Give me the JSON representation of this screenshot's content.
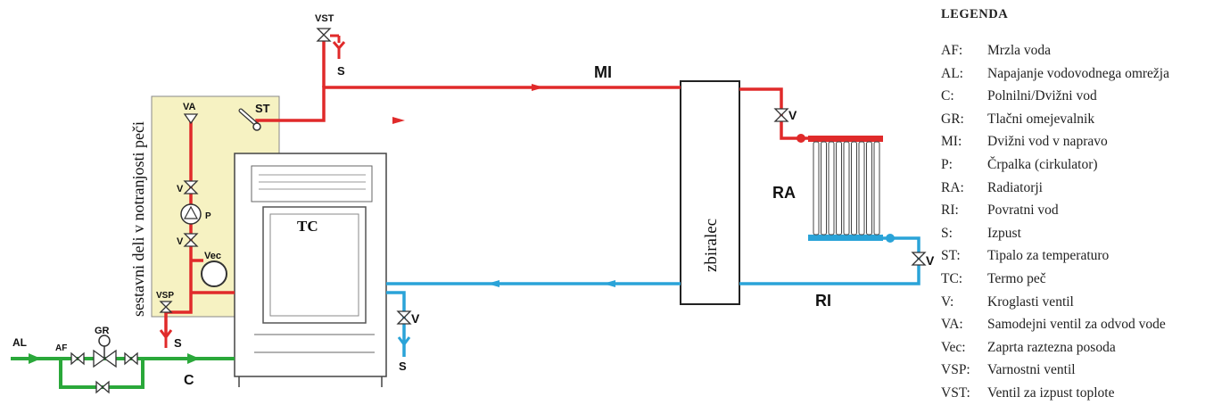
{
  "labels": {
    "vertical": "sestavni deli v notranjosti peči",
    "af": "AF",
    "al": "AL",
    "gr": "GR",
    "c": "C",
    "mi": "MI",
    "ri": "RI",
    "ra": "RA",
    "tc": "TC",
    "st": "ST",
    "va": "VA",
    "vec": "Vec",
    "vsp": "VSP",
    "vst": "VST",
    "p": "P",
    "v": "V",
    "s": "S",
    "zbiralec": "zbiralec"
  },
  "legend": {
    "title": "LEGENDA",
    "items": [
      {
        "code": "AF:",
        "desc": "Mrzla voda"
      },
      {
        "code": "AL:",
        "desc": "Napajanje vodovodnega omrežja"
      },
      {
        "code": "C:",
        "desc": "Polnilni/Dvižni vod"
      },
      {
        "code": "GR:",
        "desc": "Tlačni omejevalnik"
      },
      {
        "code": "MI:",
        "desc": "Dvižni vod v napravo"
      },
      {
        "code": "P:",
        "desc": "Črpalka (cirkulator)"
      },
      {
        "code": "RA:",
        "desc": "Radiatorji"
      },
      {
        "code": "RI:",
        "desc": "Povratni vod"
      },
      {
        "code": "S:",
        "desc": "Izpust"
      },
      {
        "code": "ST:",
        "desc": "Tipalo za temperaturo"
      },
      {
        "code": "TC:",
        "desc": "Termo peč"
      },
      {
        "code": "V:",
        "desc": "Kroglasti ventil"
      },
      {
        "code": "VA:",
        "desc": "Samodejni ventil za odvod vode"
      },
      {
        "code": "Vec:",
        "desc": "Zaprta raztezna posoda"
      },
      {
        "code": "VSP:",
        "desc": "Varnostni ventil"
      },
      {
        "code": "VST:",
        "desc": "Ventil za izpust toplote"
      }
    ]
  },
  "colors": {
    "supply": "#e02a2a",
    "return": "#2aa3d8",
    "feed": "#2aa83a",
    "panel": "#f6f2c2"
  }
}
